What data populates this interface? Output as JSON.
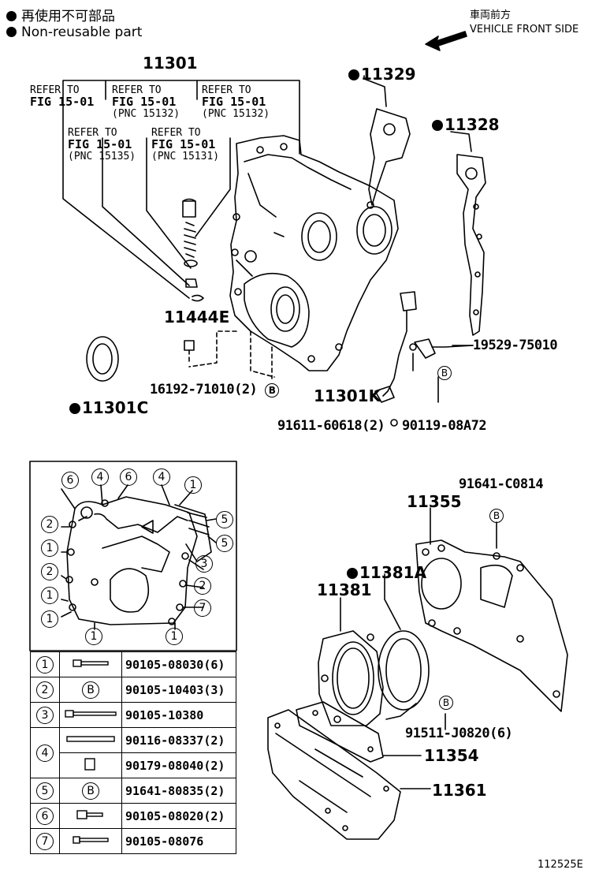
{
  "legend": {
    "japanese": "再使用不可部品",
    "english": "Non-reusable part"
  },
  "front": {
    "japanese": "車両前方",
    "english": "VEHICLE FRONT SIDE"
  },
  "parts": {
    "p11301": "11301",
    "p11329": "11329",
    "p11328": "11328",
    "p11444e": "11444E",
    "p11301c": "11301C",
    "p16192": "16192-71010(2)",
    "p11301k": "11301K",
    "p19529": "19529-75010",
    "p91611": "91611-60618(2)",
    "p90119": "90119-08A72",
    "p91641c": "91641-C0814",
    "p11355": "11355",
    "p11381a": "11381A",
    "p11381": "11381",
    "p91511": "91511-J0820(6)",
    "p11354": "11354",
    "p11361": "11361"
  },
  "refs": [
    {
      "line1": "REFER TO",
      "fig": "FIG 15-01",
      "pnc": ""
    },
    {
      "line1": "REFER TO",
      "fig": "FIG 15-01",
      "pnc": "(PNC 15132)"
    },
    {
      "line1": "REFER TO",
      "fig": "FIG 15-01",
      "pnc": "(PNC 15132)"
    },
    {
      "line1": "REFER TO",
      "fig": "FIG 15-01",
      "pnc": "(PNC 15135)"
    },
    {
      "line1": "REFER TO",
      "fig": "FIG 15-01",
      "pnc": "(PNC 15131)"
    }
  ],
  "callout_letter": "B",
  "detail_callouts": [
    "6",
    "4",
    "6",
    "4",
    "1",
    "2",
    "1",
    "2",
    "1",
    "1",
    "5",
    "5",
    "3",
    "2",
    "7",
    "1",
    "1"
  ],
  "bolt_table": [
    {
      "key": "1",
      "symbol": "",
      "part": "90105-08030(6)"
    },
    {
      "key": "2",
      "symbol": "B",
      "part": "90105-10403(3)"
    },
    {
      "key": "3",
      "symbol": "",
      "part": "90105-10380"
    },
    {
      "key": "4",
      "symbol": "",
      "part": "90116-08337(2)"
    },
    {
      "key": "",
      "symbol": "",
      "part": "90179-08040(2)"
    },
    {
      "key": "5",
      "symbol": "B",
      "part": "91641-80835(2)"
    },
    {
      "key": "6",
      "symbol": "",
      "part": "90105-08020(2)"
    },
    {
      "key": "7",
      "symbol": "",
      "part": "90105-08076"
    }
  ],
  "figure_id": "112525E"
}
